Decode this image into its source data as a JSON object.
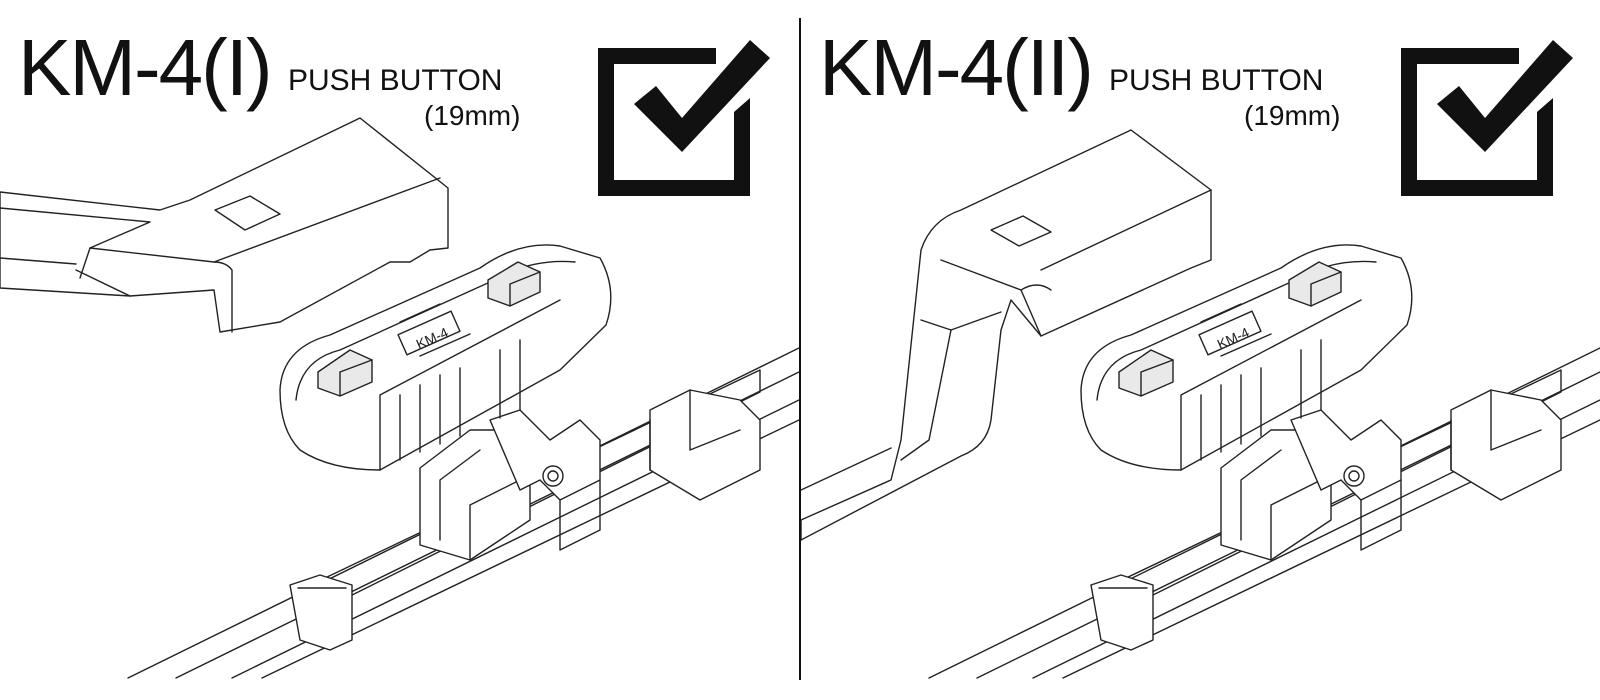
{
  "colors": {
    "line": "#222222",
    "text": "#111111",
    "background": "#ffffff"
  },
  "panels": [
    {
      "title": "KM-4(I)",
      "button_type": "PUSH BUTTON",
      "button_size": "(19mm)",
      "adapter_marking": "KM-4",
      "status_icon": "checkbox-checked-icon"
    },
    {
      "title": "KM-4(II)",
      "button_type": "PUSH BUTTON",
      "button_size": "(19mm)",
      "adapter_marking": "KM-4",
      "status_icon": "checkbox-checked-icon"
    }
  ]
}
